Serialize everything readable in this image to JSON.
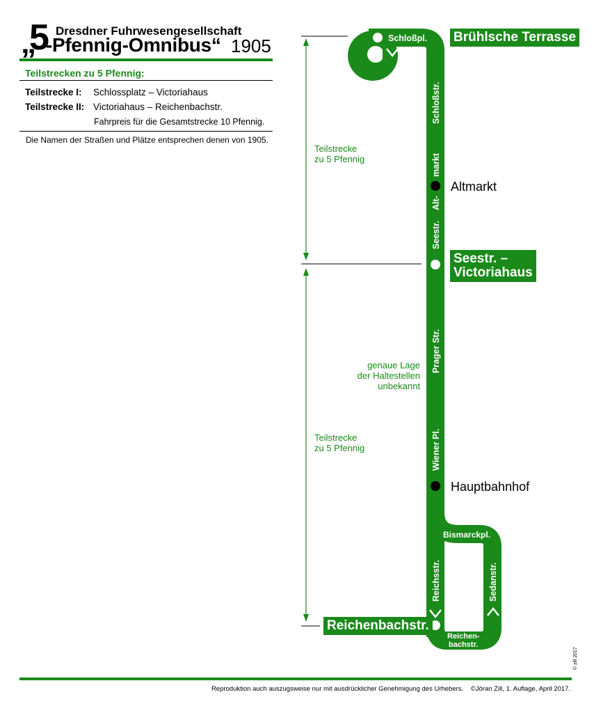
{
  "header": {
    "subtitle": "Dresdner Fuhrwesengesellschaft",
    "quote_open": "„",
    "number": "5",
    "main_title": "-Pfennig-Omnibus“",
    "year": "1905"
  },
  "info": {
    "section_title": "Teilstrecken zu 5 Pfennig:",
    "segments": [
      {
        "name": "Teilstrecke I:",
        "route": "Schlossplatz – Victoriahaus"
      },
      {
        "name": "Teilstrecke II:",
        "route": "Victoriahaus – Reichenbachstr."
      }
    ],
    "fare_note": "Fahrpreis für die Gesamtstrecke 10 Pfennig.",
    "names_note": "Die Namen der Straßen und Plätze entsprechen denen von 1905."
  },
  "diagram": {
    "segment_label_1": [
      "Teilstrecke",
      "zu 5 Pfennig"
    ],
    "segment_label_2": [
      "Teilstrecke",
      "zu 5 Pfennig"
    ],
    "exact_location_note": [
      "genaue Lage",
      "der Haltestellen",
      "unbekannt"
    ],
    "stops": {
      "bruehlsche_terrasse": "Brühlsche Terrasse",
      "altmarkt": "Altmarkt",
      "victoriahaus_line1": "Seestr. –",
      "victoriahaus_line2": "Victoriahaus",
      "hauptbahnhof": "Hauptbahnhof",
      "reichenbachstr": "Reichenbachstr."
    },
    "streets": {
      "schlosspl": "Schloßpl.",
      "schlossstr": "Schloßstr.",
      "altmarkt_a": "Alt-",
      "altmarkt_b": "markt",
      "seestr": "Seestr.",
      "prager": "Prager Str.",
      "wiener": "Wiener Pl.",
      "bismarckpl": "Bismarckpl.",
      "reichsstr": "Reichsstr.",
      "sedanstr": "Sedanstr.",
      "reichenbachstr_a": "Reichen-",
      "reichenbachstr_b": "bachstr."
    },
    "colors": {
      "line": "#1a8a1a",
      "text_green": "#1a8a1a"
    }
  },
  "footer": {
    "notice": "Reproduktion auch auszugsweise nur mit ausdrücklicher Genehmigung des Urhebers.",
    "credit": "©Jöran Zill, 1. Auflage, April 2017.",
    "vertical_copyright": "© zill 2017"
  }
}
